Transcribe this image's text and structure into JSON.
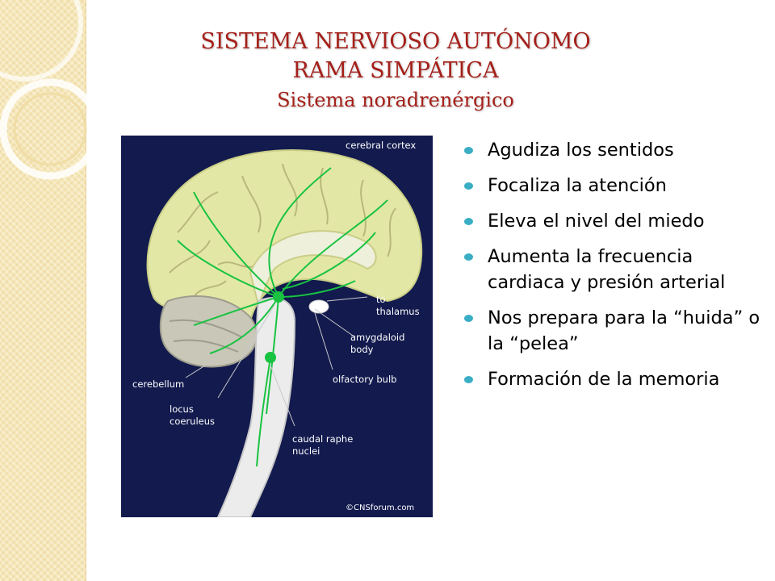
{
  "slide": {
    "title_line1": "SISTEMA NERVIOSO AUTÓNOMO",
    "title_line2": "RAMA SIMPÁTICA",
    "title_line3": "Sistema noradrenérgico"
  },
  "figure": {
    "labels": {
      "cerebral_cortex": "cerebral cortex",
      "to": "to",
      "thalamus": "thalamus",
      "amygdaloid": "amygdaloid",
      "body": "body",
      "olfactory_bulb": "olfactory bulb",
      "cerebellum": "cerebellum",
      "locus": "locus",
      "coeruleus": "coeruleus",
      "caudal_raphe": "caudal raphe",
      "nuclei": "nuclei",
      "credit": "©CNSforum.com"
    }
  },
  "bullets": [
    "Agudiza los sentidos",
    "Focaliza la atención",
    "Eleva el nivel del miedo",
    "Aumenta la frecuencia cardiaca y presión arterial",
    "Nos prepara para la “huida” o la “pelea”",
    "Formación de la memoria"
  ],
  "colors": {
    "title": "#a5201a",
    "bullet": "#3aaec4",
    "figure_bg": "#121a4e",
    "cortex": "#e3e7a6",
    "pathway": "#19c341"
  }
}
